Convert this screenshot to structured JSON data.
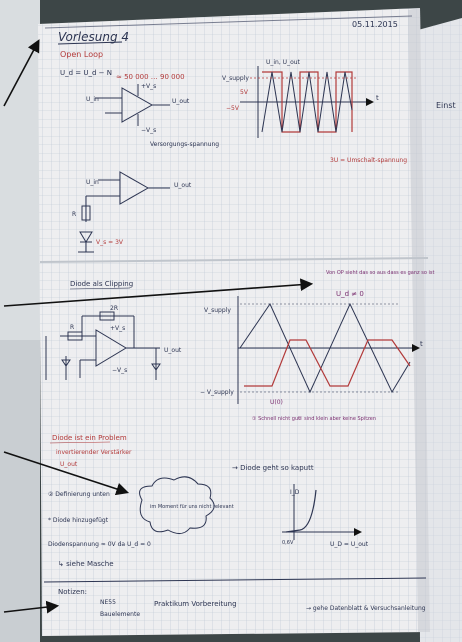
{
  "page": {
    "date": "05.11.2015",
    "title": "Vorlesung 4",
    "margin_note": "Einst"
  },
  "sections": {
    "open_loop": {
      "heading": "Open Loop",
      "gain_formula": "U_d = U_d − N",
      "gain_values": "≈ 50 000 … 90 000",
      "opamp_in_label": "U_in",
      "opamp_out_label": "U_out",
      "opamp_vplus": "+V_s",
      "opamp_vminus": "−V_s",
      "supply_note": "Versorgungs-spannung",
      "graph_ylabel": "U_in, U_out",
      "graph_vsupply": "V_supply",
      "graph_5v": "5V",
      "graph_neg5v": "−5V",
      "graph_tlabel": "t",
      "umschalt_note": "3U = Umschalt-spannung",
      "circuit2_in": "U_in",
      "circuit2_out": "U_out",
      "circuit2_r": "R",
      "circuit2_vs": "V_s = 3V"
    },
    "diode_clipping": {
      "heading": "Diode als Clipping",
      "note_top": "Von OP sieht das so aus dass es ganz so ist",
      "note_top2": "U_d ≠ 0",
      "graph_vsupply": "V_supply",
      "graph_neg_vsupply": "− V_supply",
      "graph_t": "t",
      "note_u0": "U(0)",
      "note_bottom1": "① Schnell nicht gut",
      "note_bottom2": "② sind klein aber keine Spitzen",
      "circuit_r1": "R",
      "circuit_r2": "2R",
      "circuit_vplus": "+V_s",
      "circuit_vminus": "−V_s",
      "circuit_out": "U_out"
    },
    "diode_notes": {
      "heading": "Diode ist ein Problem",
      "line1": "invertierender Verstärker",
      "line2": "U_out",
      "line3": "② Definierung unten",
      "line4": "* Diode hinzugefügt",
      "line5": "Diodenspannung ≈ 0V da U_d = 0",
      "line6": "↳ siehe Masche",
      "cloud_text": "im Moment für uns nicht relevant",
      "diode_broken": "→ Diode geht so kaputt",
      "iv_ylabel": "I_D",
      "iv_xlabel": "U_D = U_out",
      "iv_origin": "0,6V"
    },
    "notizen": {
      "heading": "Notizen:",
      "item1": "NE55",
      "item2": "Bauelemente",
      "middle": "Praktikum Vorbereitung",
      "right": "→ gehe Datenblatt & Versuchsanleitung"
    }
  },
  "colors": {
    "paper": "#eeeef0",
    "grid": "#b9c3d2",
    "ink_dark": "#2d3552",
    "ink_red": "#b23a3a",
    "ink_purple": "#7a2f70",
    "backdrop": "#3d4647"
  }
}
